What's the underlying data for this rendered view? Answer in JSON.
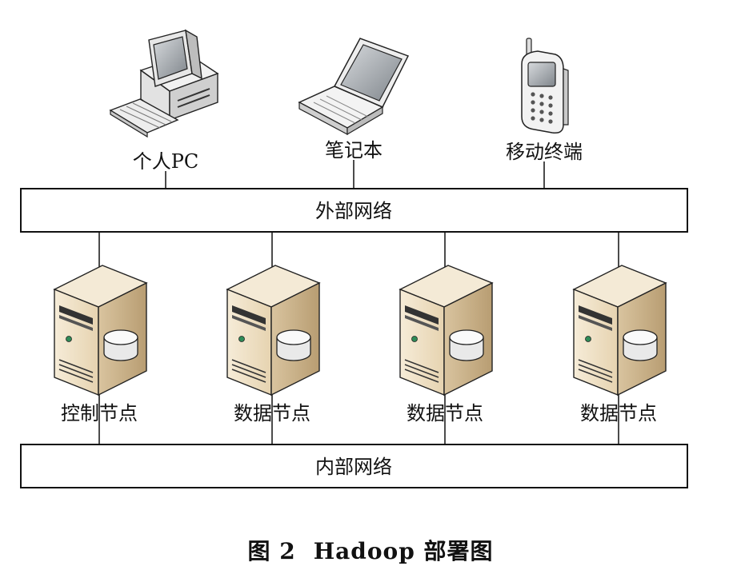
{
  "clients": [
    {
      "label": "个人PC",
      "icon": "desktop-pc-icon"
    },
    {
      "label": "笔记本",
      "icon": "laptop-icon"
    },
    {
      "label": "移动终端",
      "icon": "mobile-phone-icon"
    }
  ],
  "external_network": {
    "label": "外部网络"
  },
  "nodes": [
    {
      "label": "控制节点",
      "icon": "server-icon"
    },
    {
      "label": "数据节点",
      "icon": "server-icon"
    },
    {
      "label": "数据节点",
      "icon": "server-icon"
    },
    {
      "label": "数据节点",
      "icon": "server-icon"
    }
  ],
  "internal_network": {
    "label": "内部网络"
  },
  "caption": {
    "figure_number": "图 2",
    "title": "Hadoop 部署图"
  },
  "colors": {
    "server_body": "#efe1c6",
    "server_side": "#c9b38c",
    "line": "#111111",
    "screen": "#9fa4aa"
  }
}
